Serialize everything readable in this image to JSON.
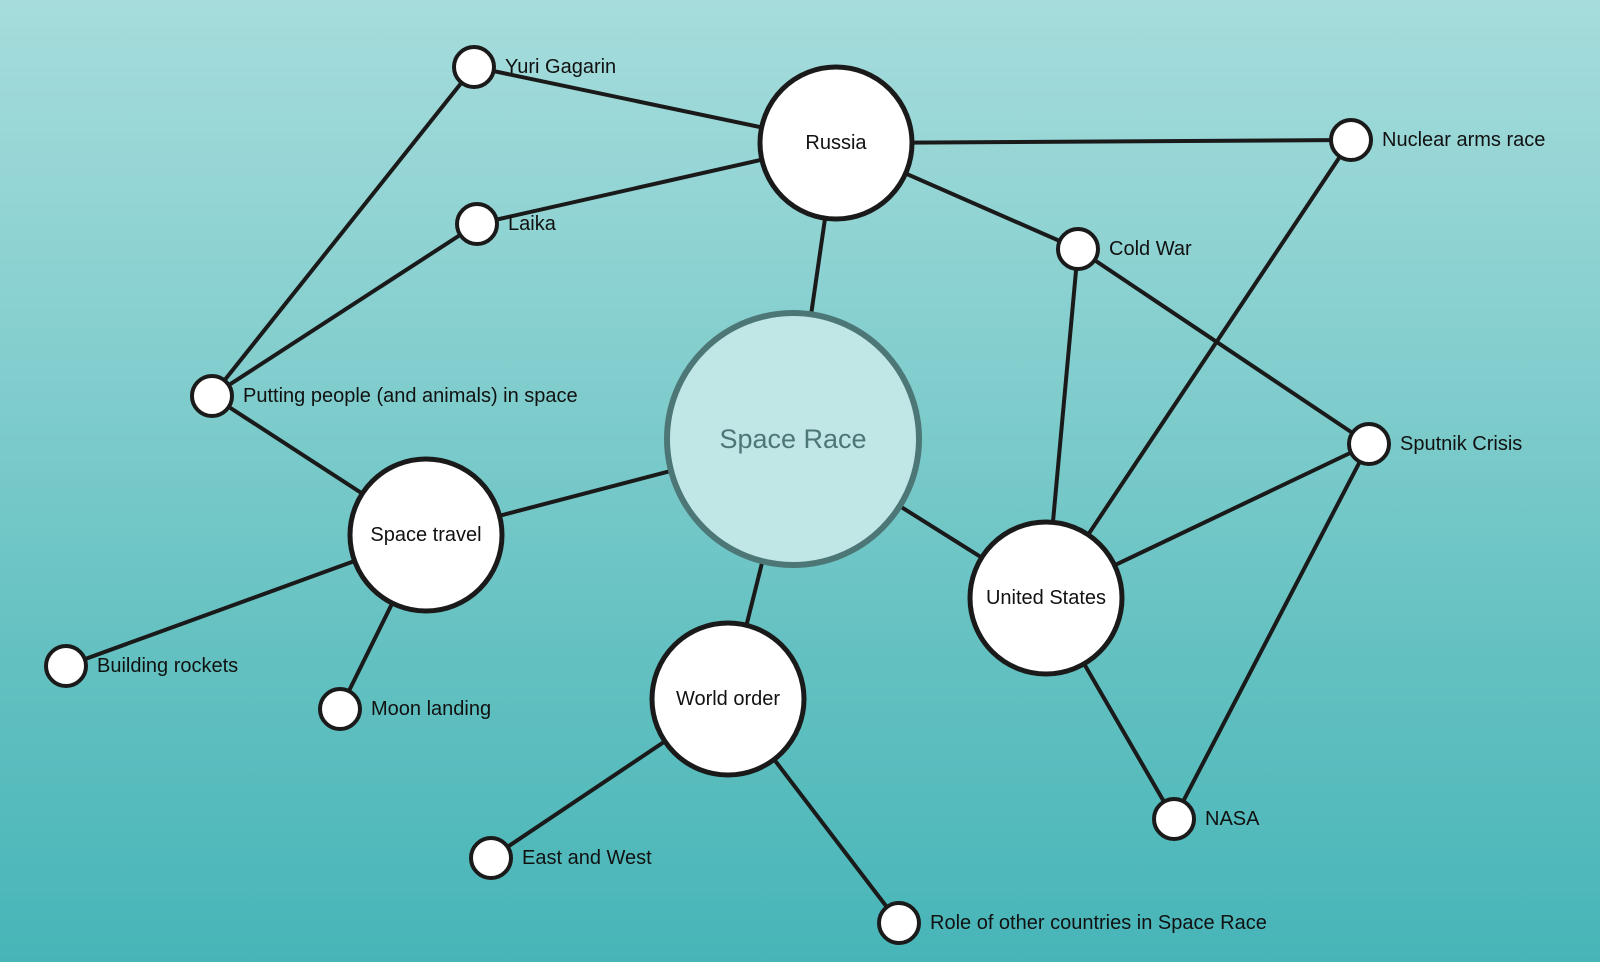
{
  "center": {
    "label": "Space Race"
  },
  "topics": [
    {
      "id": "russia",
      "label": "Russia"
    },
    {
      "id": "space_travel",
      "label": "Space travel"
    },
    {
      "id": "united_states",
      "label": "United States"
    },
    {
      "id": "world_order",
      "label": "World order"
    }
  ],
  "subtopics": [
    {
      "id": "yuri",
      "label": "Yuri Gagarin"
    },
    {
      "id": "laika",
      "label": "Laika"
    },
    {
      "id": "putting",
      "label": "Putting people (and animals) in space"
    },
    {
      "id": "nuclear",
      "label": "Nuclear arms race"
    },
    {
      "id": "coldwar",
      "label": "Cold War"
    },
    {
      "id": "sputnik",
      "label": "Sputnik Crisis"
    },
    {
      "id": "rockets",
      "label": "Building rockets"
    },
    {
      "id": "moon",
      "label": "Moon landing"
    },
    {
      "id": "nasa",
      "label": "NASA"
    },
    {
      "id": "eastwest",
      "label": "East and West"
    },
    {
      "id": "other",
      "label": "Role of other countries in Space Race"
    }
  ],
  "connections": [
    [
      "center",
      "russia"
    ],
    [
      "center",
      "space_travel"
    ],
    [
      "center",
      "united_states"
    ],
    [
      "center",
      "world_order"
    ],
    [
      "russia",
      "yuri"
    ],
    [
      "russia",
      "laika"
    ],
    [
      "russia",
      "nuclear"
    ],
    [
      "russia",
      "coldwar"
    ],
    [
      "yuri",
      "putting"
    ],
    [
      "laika",
      "putting"
    ],
    [
      "putting",
      "space_travel"
    ],
    [
      "space_travel",
      "rockets"
    ],
    [
      "space_travel",
      "moon"
    ],
    [
      "coldwar",
      "united_states"
    ],
    [
      "coldwar",
      "sputnik"
    ],
    [
      "nuclear",
      "united_states"
    ],
    [
      "sputnik",
      "united_states"
    ],
    [
      "sputnik",
      "nasa"
    ],
    [
      "united_states",
      "nasa"
    ],
    [
      "world_order",
      "eastwest"
    ],
    [
      "world_order",
      "other"
    ]
  ]
}
